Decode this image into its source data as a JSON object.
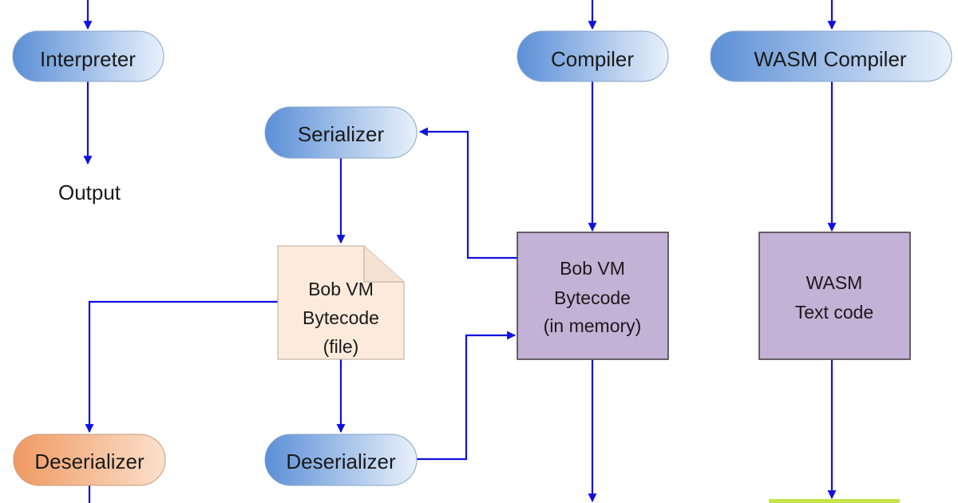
{
  "nodes": {
    "interpreter": "Interpreter",
    "output": "Output",
    "compiler": "Compiler",
    "wasm_compiler": "WASM Compiler",
    "serializer": "Serializer",
    "bytecode_file": [
      "Bob VM",
      "Bytecode",
      "(file)"
    ],
    "bytecode_memory": [
      "Bob VM",
      "Bytecode",
      "(in memory)"
    ],
    "wasm_text": [
      "WASM",
      "Text code"
    ],
    "deserializer_left": "Deserializer",
    "deserializer_right": "Deserializer"
  },
  "colors": {
    "arrow": "#1010e0",
    "pill_gradient_dark": "#5b8fd6",
    "pill_gradient_light": "#e9f1fb",
    "pill_orange_dark": "#ef9a62",
    "pill_orange_light": "#fbe0cc",
    "box_fill": "#c4b1d6",
    "file_fill": "#fcebdc",
    "green_bar": "#c6e34a"
  }
}
